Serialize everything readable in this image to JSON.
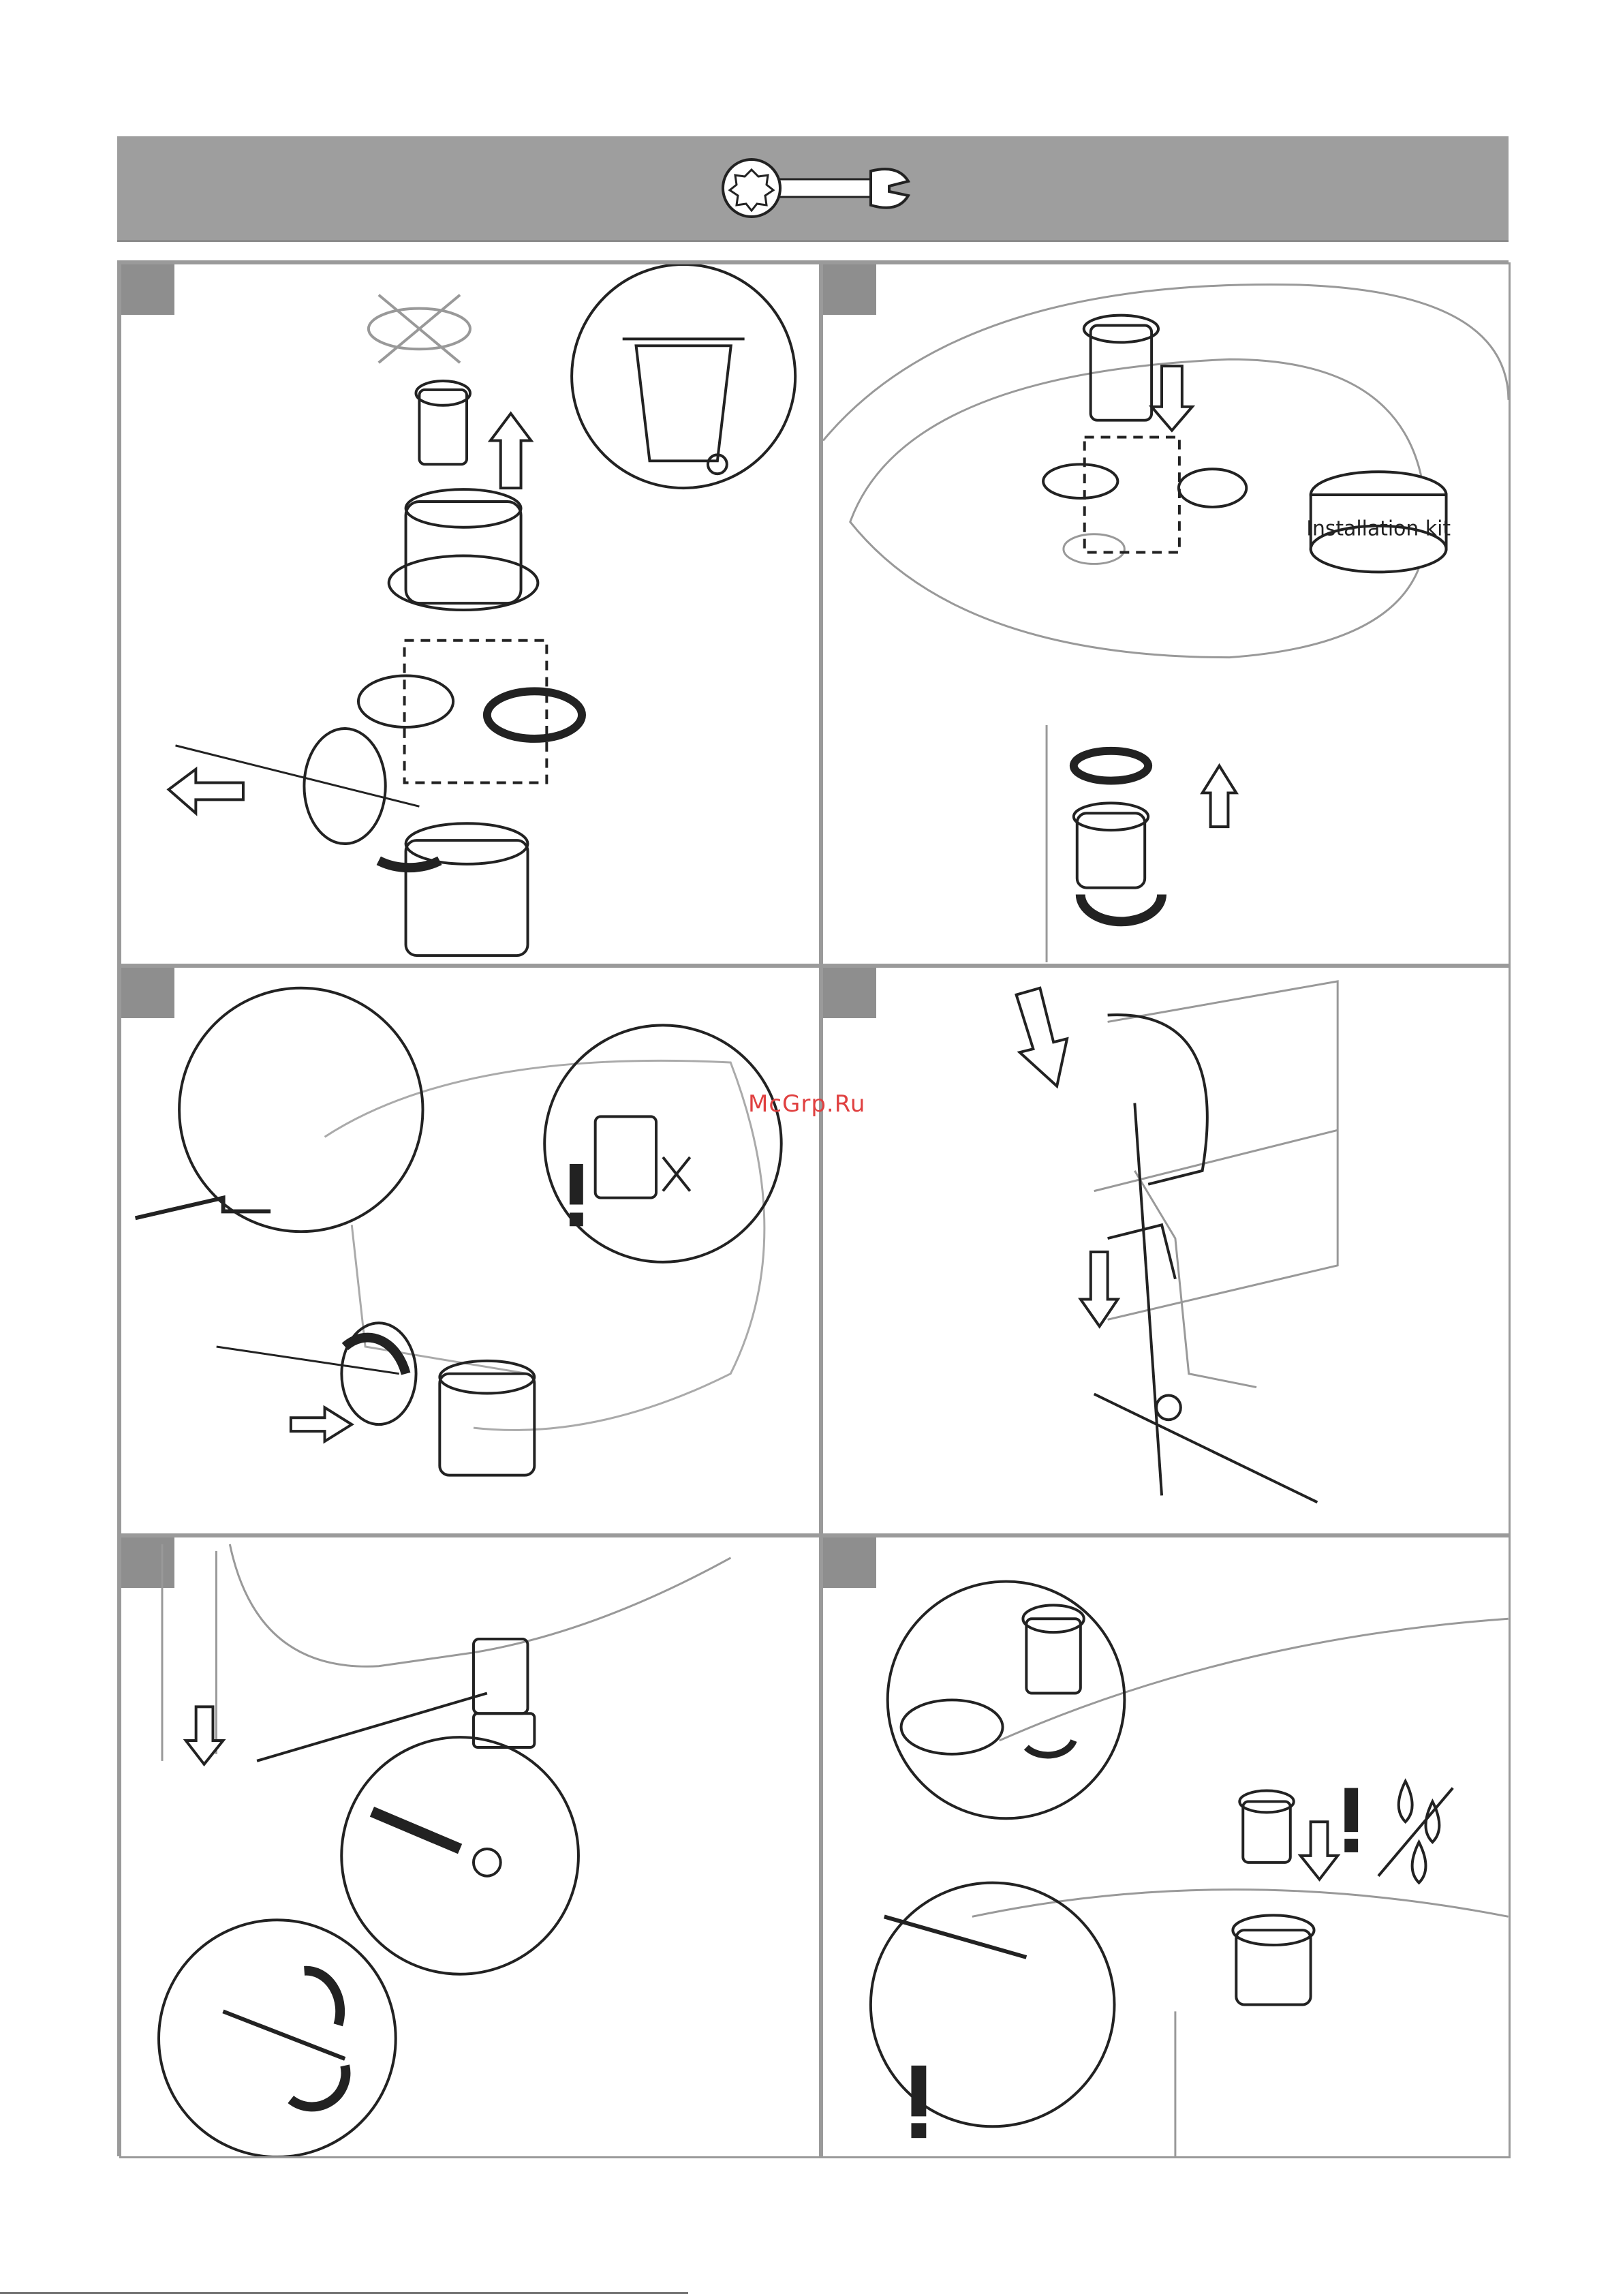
{
  "header": {
    "icon": "wrench-icon"
  },
  "panels": [
    {
      "id": 1,
      "icons": [
        "trash-bin-icon",
        "arrow-up-icon",
        "rotate-arrow-icon",
        "arrow-left-icon"
      ]
    },
    {
      "id": 2,
      "label": "Installation kit",
      "icons": [
        "arrow-down-icon",
        "arrow-up-icon",
        "rotate-arrow-icon"
      ]
    },
    {
      "id": 3,
      "icons": [
        "exclamation-icon",
        "cross-mark-icon",
        "arrow-right-icon",
        "rotate-arrow-icon"
      ]
    },
    {
      "id": 4,
      "icons": [
        "arrow-down-icon"
      ]
    },
    {
      "id": 5,
      "icons": [
        "arrow-down-icon",
        "screwdriver-icon",
        "rotate-arrow-icon"
      ]
    },
    {
      "id": 6,
      "icons": [
        "exclamation-icon",
        "no-water-drops-icon",
        "arrow-down-icon",
        "rotate-arrow-icon"
      ]
    }
  ],
  "watermark": "McGrp.Ru",
  "colors": {
    "header": "#9e9e9e",
    "tab": "#8e8e8e",
    "watermark": "#e04040"
  }
}
